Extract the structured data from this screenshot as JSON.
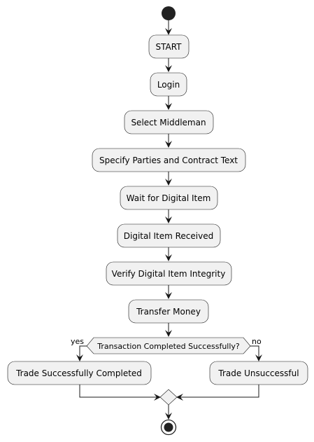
{
  "diagram": {
    "nodes": {
      "start": "START",
      "login": "Login",
      "select": "Select Middleman",
      "specify": "Specify Parties and Contract Text",
      "wait": "Wait for Digital Item",
      "received": "Digital Item Received",
      "verify": "Verify Digital Item Integrity",
      "transfer": "Transfer Money",
      "success": "Trade Successfully Completed",
      "fail": "Trade Unsuccessful"
    },
    "decision": {
      "question": "Transaction Completed Successfully?",
      "yes_label": "yes",
      "no_label": "no"
    },
    "colors": {
      "node_fill": "#f1f1f1",
      "stroke": "#181818",
      "terminal": "#222222"
    }
  }
}
